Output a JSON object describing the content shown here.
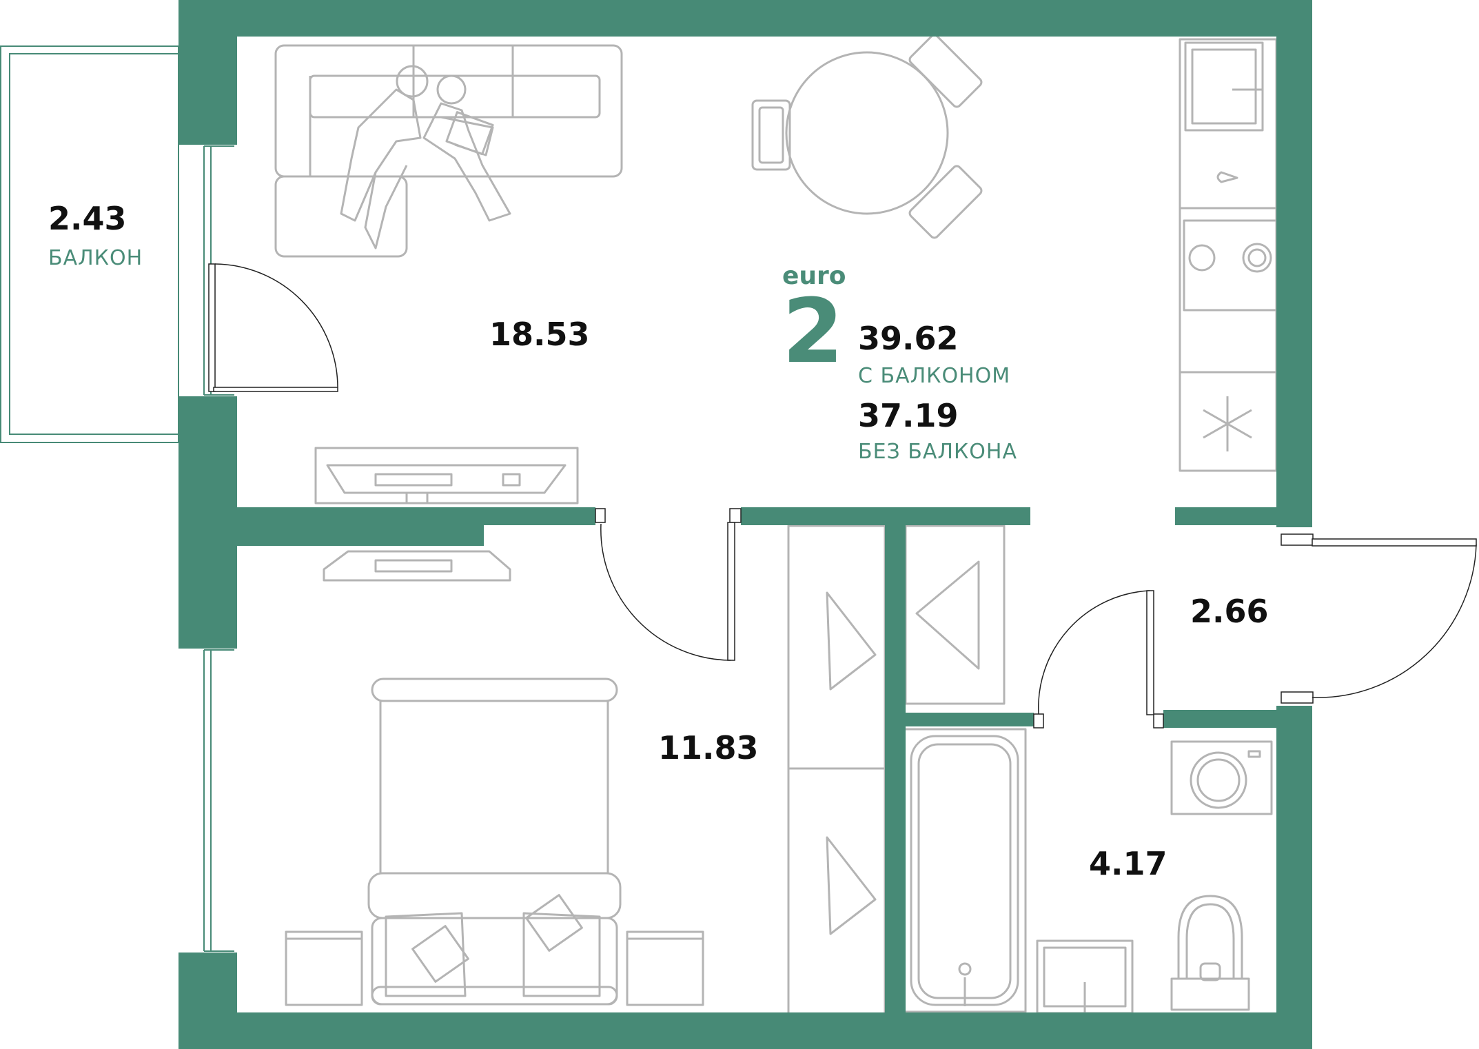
{
  "apartment": {
    "type_prefix": "euro",
    "rooms": "2",
    "area_with_balcony": "39.62",
    "area_with_balcony_caption": "С БАЛКОНОМ",
    "area_without_balcony": "37.19",
    "area_without_balcony_caption": "БЕЗ БАЛКОНА"
  },
  "rooms": {
    "balcony": {
      "area": "2.43",
      "name": "БАЛКОН"
    },
    "living_kitchen": {
      "area": "18.53"
    },
    "bedroom": {
      "area": "11.83"
    },
    "hallway": {
      "area": "2.66"
    },
    "bathroom": {
      "area": "4.17"
    }
  },
  "colors": {
    "wall": "#478a76",
    "accent_text": "#4a8c78",
    "furniture_line": "#b4b4b4",
    "text": "#111111"
  }
}
